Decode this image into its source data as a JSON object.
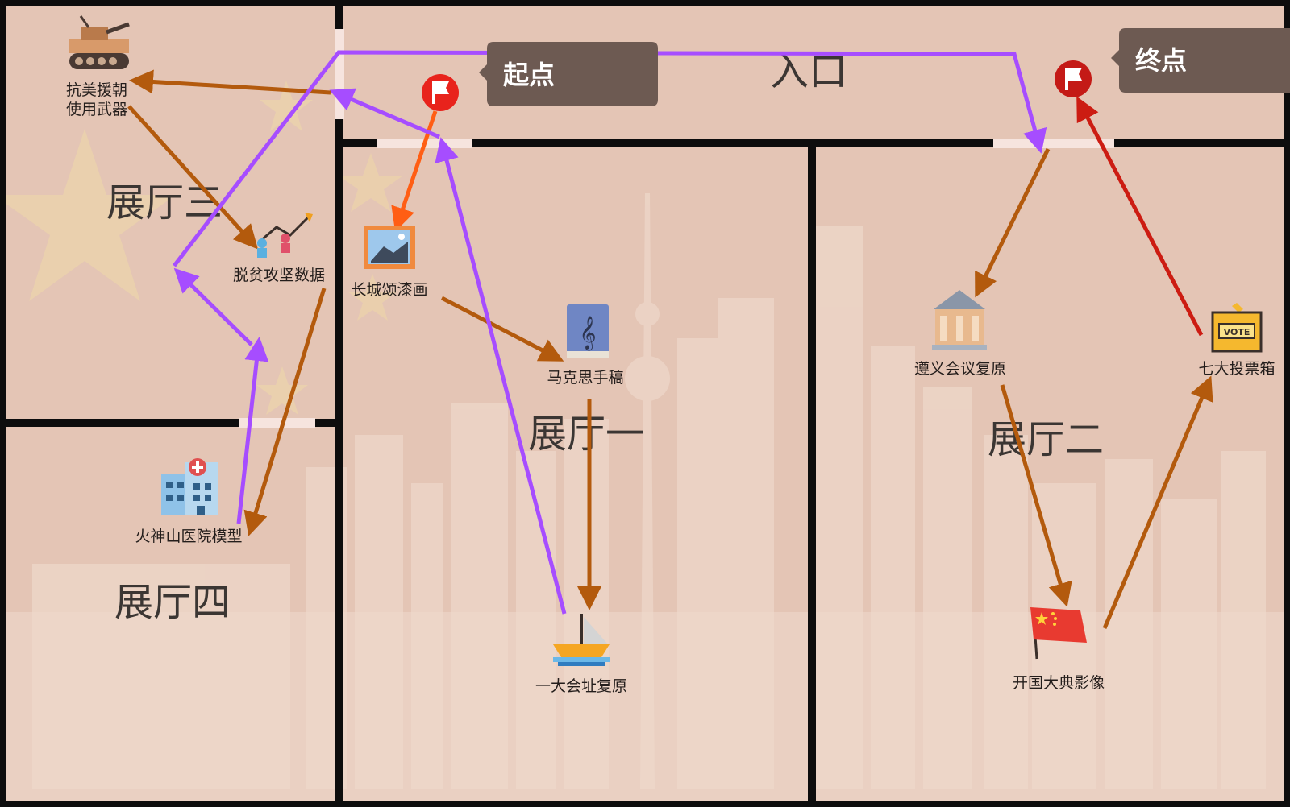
{
  "entrance": {
    "label": "入口"
  },
  "halls": {
    "one": {
      "label": "展厅一"
    },
    "two": {
      "label": "展厅二"
    },
    "three": {
      "label": "展厅三"
    },
    "four": {
      "label": "展厅四"
    }
  },
  "markers": {
    "start": {
      "label": "起点",
      "icon": "flag-icon",
      "color": "#e8231c"
    },
    "end": {
      "label": "终点",
      "icon": "flag-icon",
      "color": "#c41a16"
    }
  },
  "exhibits": {
    "weapons": {
      "line1": "抗美援朝",
      "line2": "使用武器",
      "icon": "tank-icon"
    },
    "poverty": {
      "label": "脱贫攻坚数据",
      "icon": "growth-chart-icon"
    },
    "greatwall": {
      "label": "长城颂漆画",
      "icon": "painting-icon"
    },
    "marx": {
      "label": "马克思手稿",
      "icon": "music-book-icon"
    },
    "hospital": {
      "label": "火神山医院模型",
      "icon": "hospital-icon"
    },
    "firstcongress": {
      "label": "一大会址复原",
      "icon": "red-boat-icon"
    },
    "zunyi": {
      "label": "遵义会议复原",
      "icon": "museum-building-icon"
    },
    "ballot": {
      "label": "七大投票箱",
      "icon": "ballot-box-icon",
      "box_text": "VOTE"
    },
    "founding": {
      "label": "开国大典影像",
      "icon": "china-flag-icon"
    }
  },
  "colors": {
    "floor": "#e4c5b5",
    "wall": "#0d0d0d",
    "door": "#f6e4de",
    "route_purple": "#a64dff",
    "route_brown": "#b35a0d",
    "route_orange": "#ff5e14",
    "route_red": "#cc1c12",
    "bubble": "#6d5a52"
  }
}
